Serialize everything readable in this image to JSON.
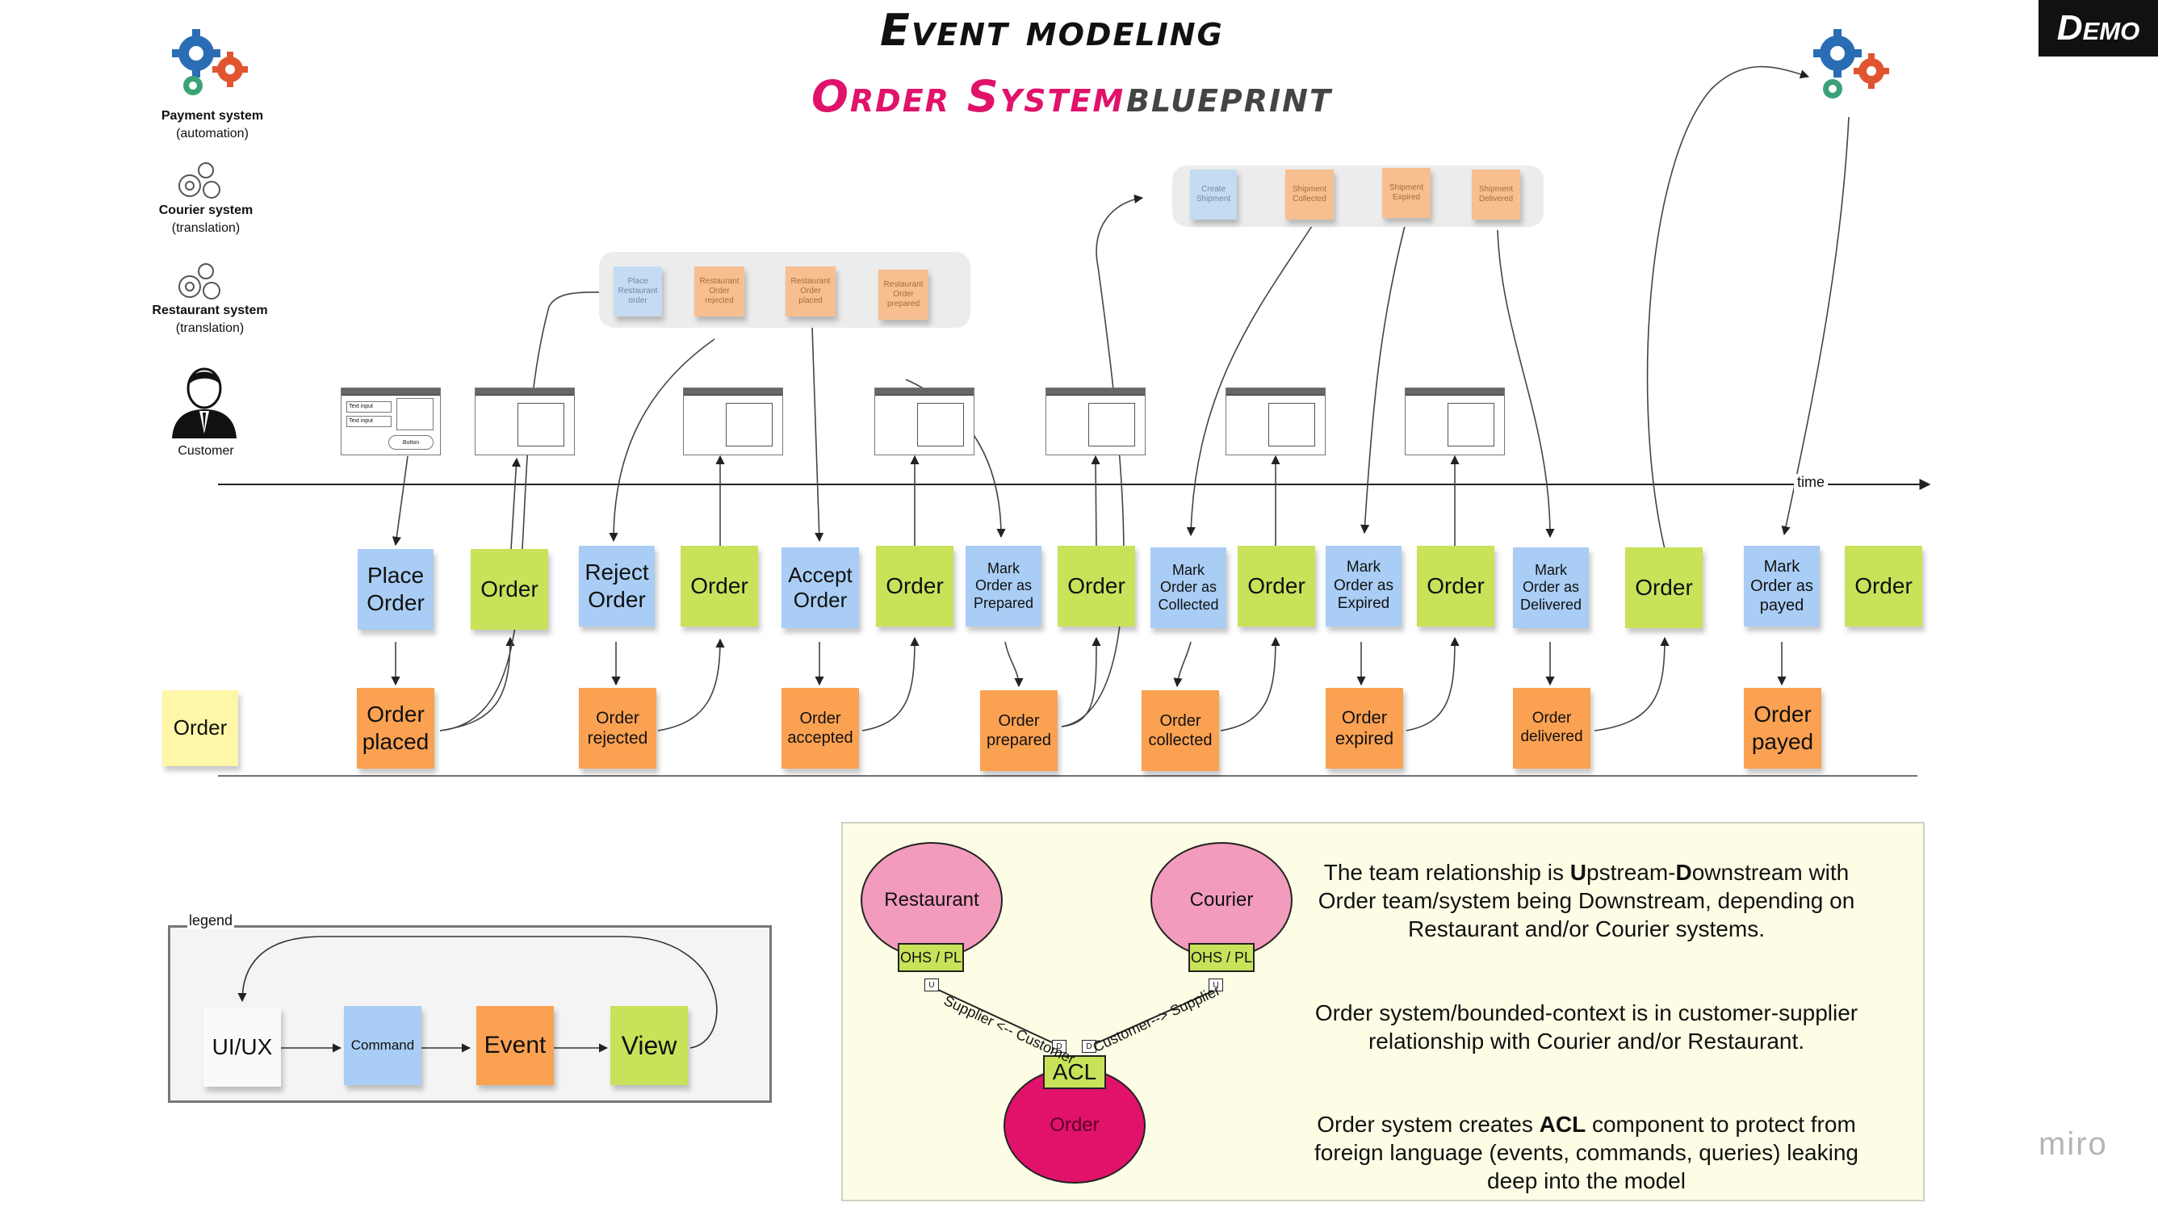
{
  "header": {
    "title": "Event modeling",
    "subtitle_highlight": "Order System",
    "subtitle_rest": "blueprint",
    "badge": "Demo",
    "watermark": "miro"
  },
  "actors": {
    "payment": {
      "name": "Payment system",
      "role": "(automation)"
    },
    "courier": {
      "name": "Courier system",
      "role": "(translation)"
    },
    "restaurant": {
      "name": "Restaurant system",
      "role": "(translation)"
    },
    "customer": {
      "name": "Customer"
    }
  },
  "timeline": {
    "label": "time"
  },
  "commands": {
    "place_order": "Place Order",
    "reject_order": "Reject Order",
    "accept_order": "Accept Order",
    "mark_prepared": "Mark Order as Prepared",
    "mark_collected": "Mark Order as Collected",
    "mark_expired": "Mark Order as Expired",
    "mark_delivered": "Mark Order as Delivered",
    "mark_payed": "Mark Order as payed"
  },
  "views": {
    "order": "Order"
  },
  "events": {
    "placed": "Order placed",
    "rejected": "Order rejected",
    "accepted": "Order accepted",
    "prepared": "Order prepared",
    "collected": "Order collected",
    "expired": "Order expired",
    "delivered": "Order delivered",
    "payed": "Order payed"
  },
  "aggregate": {
    "label": "Order"
  },
  "restaurant_stickies": {
    "place": "Place Restaurant order",
    "rejected": "Restaurant Order rejected",
    "placed": "Restaurant Order placed",
    "prepared": "Restaurant Order prepared"
  },
  "courier_stickies": {
    "create": "Create Shipment",
    "collected": "Shipment Collected",
    "expired": "Shipment Expired",
    "delivered": "Shipment Delivered"
  },
  "wireframe_form": {
    "field1": "Text input",
    "field2": "Text input",
    "button": "Button"
  },
  "legend": {
    "label": "legend",
    "ui": "UI/UX",
    "command": "Command",
    "event": "Event",
    "view": "View"
  },
  "context_map": {
    "restaurant": "Restaurant",
    "courier": "Courier",
    "order": "Order",
    "ohs_left": "OHS / PL",
    "ohs_right": "OHS / PL",
    "acl": "ACL",
    "u": "U",
    "d": "D",
    "left_relation": "Supplier <-- Customer",
    "right_relation": "Customer--> Supplier"
  },
  "relationship_text": {
    "p1_a": "The team relationship is ",
    "p1_u": "U",
    "p1_b": "pstream-",
    "p1_d": "D",
    "p1_c": "ownstream with Order team/system being Downstream, depending on Restaurant and/or Courier systems.",
    "p2": "Order system/bounded-context is in customer-supplier relationship with Courier and/or Restaurant.",
    "p3_a": "Order system creates ",
    "p3_acl": "ACL",
    "p3_b": " component to protect from foreign language (events, commands, queries) leaking deep into the model"
  },
  "colors": {
    "command": "#a9cdf4",
    "view": "#c8e25a",
    "event": "#fba152",
    "aggregate": "#fff7a8",
    "accent": "#e0126a",
    "restaurant_ellipse": "#f29bbc",
    "order_ellipse": "#e0126a"
  },
  "icons": {
    "payment": "gears-icon",
    "courier": "gears-outline-icon",
    "restaurant": "gears-outline-icon",
    "customer": "person-icon"
  }
}
